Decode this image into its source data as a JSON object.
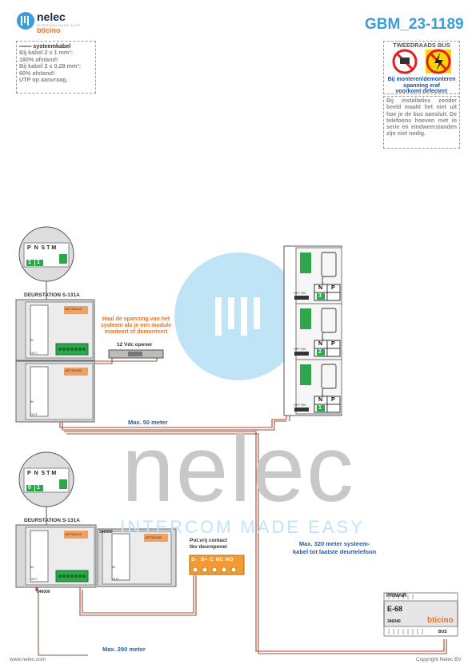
{
  "header": {
    "logo_name": "nelec",
    "logo_tagline": "INTERCOM MADE EASY",
    "brand": "bticino",
    "doc_id": "GBM_23-1189"
  },
  "cable_note": {
    "title": "systeemkabel",
    "lines": [
      "Bij kabel 2 x 1 mm²:",
      "180% afstand!",
      "Bij kabel 2 x 0,28 mm²:",
      "60% afstand!",
      "UTP op aanvraag."
    ]
  },
  "warning": {
    "title": "TWEEDRAADS BUS",
    "text_lines": [
      "Bij monteren/demonteren",
      "spanning eraf",
      "voorkomt defecten!"
    ]
  },
  "info": {
    "text": "Bij installaties zonder beeld maakt het niet uit hoe je de bus aansluit. De telefoons hoeven niet in serie en eindweerstanden zijn niet nodig."
  },
  "watermark": {
    "word": "nelec",
    "tagline": "INTERCOM MADE EASY"
  },
  "station_top": {
    "title": "DEURSTATION S-131A",
    "dip_labels": [
      "P",
      "N",
      "S",
      "T",
      "M"
    ],
    "dip_values": [
      "1",
      "1"
    ],
    "module_codes": [
      "ART331100",
      "ART332000"
    ],
    "terminal_labels": [
      "IN",
      "OUT",
      "IN",
      "OUT"
    ]
  },
  "station_bottom": {
    "title": "DEURSTATION S-131A",
    "dip_labels": [
      "P",
      "N",
      "S",
      "T",
      "M"
    ],
    "dip_values": [
      "0",
      "1"
    ],
    "module_codes": [
      "ART331100",
      "ART332000"
    ],
    "extra_codes": [
      "346000",
      "346000"
    ],
    "terminal_labels": [
      "IN",
      "OUT",
      "IN",
      "OUT"
    ]
  },
  "top_annotations": {
    "spanning_note": "Haal de spanning van het systeem als je een module monteert of demonteert",
    "opener": "12 Vdc opener",
    "max_top": "Max. 50 meter"
  },
  "relay": {
    "label_lines": [
      "Pot.vrij contact",
      "tbv deuropener"
    ],
    "terminals": [
      "S-",
      "S+",
      "C",
      "NC",
      "NO"
    ]
  },
  "max_bottom": "Max. 290 meter",
  "max_system": [
    "Max. 320 meter systeem-",
    "kabel tot laatste deurtelefoon"
  ],
  "phones": [
    {
      "switch_label": "OFF ON",
      "np": [
        "N",
        "P"
      ],
      "number": "3"
    },
    {
      "switch_label": "OFF ON",
      "np": [
        "N",
        "P"
      ],
      "number": "2"
    },
    {
      "switch_label": "OFF ON",
      "np": [
        "N",
        "P"
      ],
      "number": "1"
    }
  ],
  "power_supply": {
    "primary": "PRIMAIR",
    "model": "E-68",
    "code": "346040",
    "brand": "bticino",
    "bus": "BUS"
  },
  "footer": {
    "left": "www.nelec.com",
    "right": "Copyright Nelec BV"
  },
  "colors": {
    "accent": "#3a9fd9",
    "watermark_circle": "#bfe4f6",
    "wire_red": "#c0392b",
    "wire_brown": "#8b5a3c",
    "terminal_green": "#2ca84a",
    "relay_orange": "#f39a32",
    "note_orange": "#e8752a"
  }
}
